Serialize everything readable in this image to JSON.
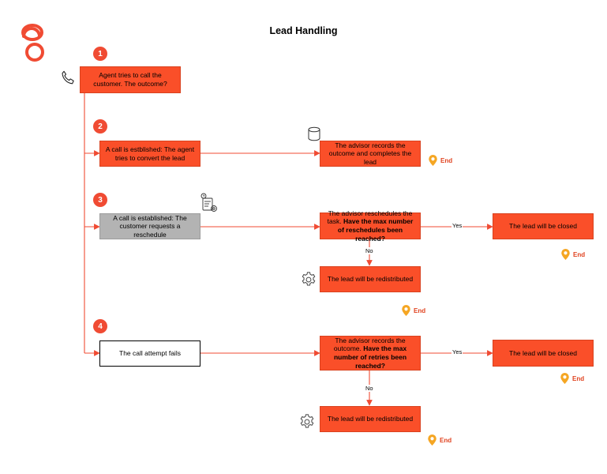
{
  "title": "Lead Handling",
  "colors": {
    "accent": "#fa4f29",
    "line": "#f04b33",
    "pin": "#f5a623",
    "end_text": "#e0421f"
  },
  "steps": [
    "1",
    "2",
    "3",
    "4"
  ],
  "nodes": {
    "start": "Agent tries to call the customer. The outcome?",
    "established_convert": "A call is estblished: The agent tries to convert the lead",
    "records_completes": "The advisor records the outcome and completes the lead",
    "reschedule_request": "A call is established: The customer requests a reschedule",
    "reschedule_task_prefix": "The advisor reschedules the task. ",
    "reschedule_task_question": "Have the max number of reschedules been reached?",
    "closed_1": "The lead will be closed",
    "redistributed_1": "The lead will be redistributed",
    "attempt_fails": "The call attempt fails",
    "retries_prefix": "The advisor records the outcome. ",
    "retries_question": "Have the max number of retries been reached?",
    "closed_2": "The lead will be closed",
    "redistributed_2": "The lead will be redistributed"
  },
  "edge_labels": {
    "yes": "Yes",
    "no": "No"
  },
  "end_label": "End",
  "icons": [
    "genesys-logo-icon",
    "phone-icon",
    "database-icon",
    "calendar-settings-icon",
    "gear-icon",
    "map-pin-icon"
  ]
}
